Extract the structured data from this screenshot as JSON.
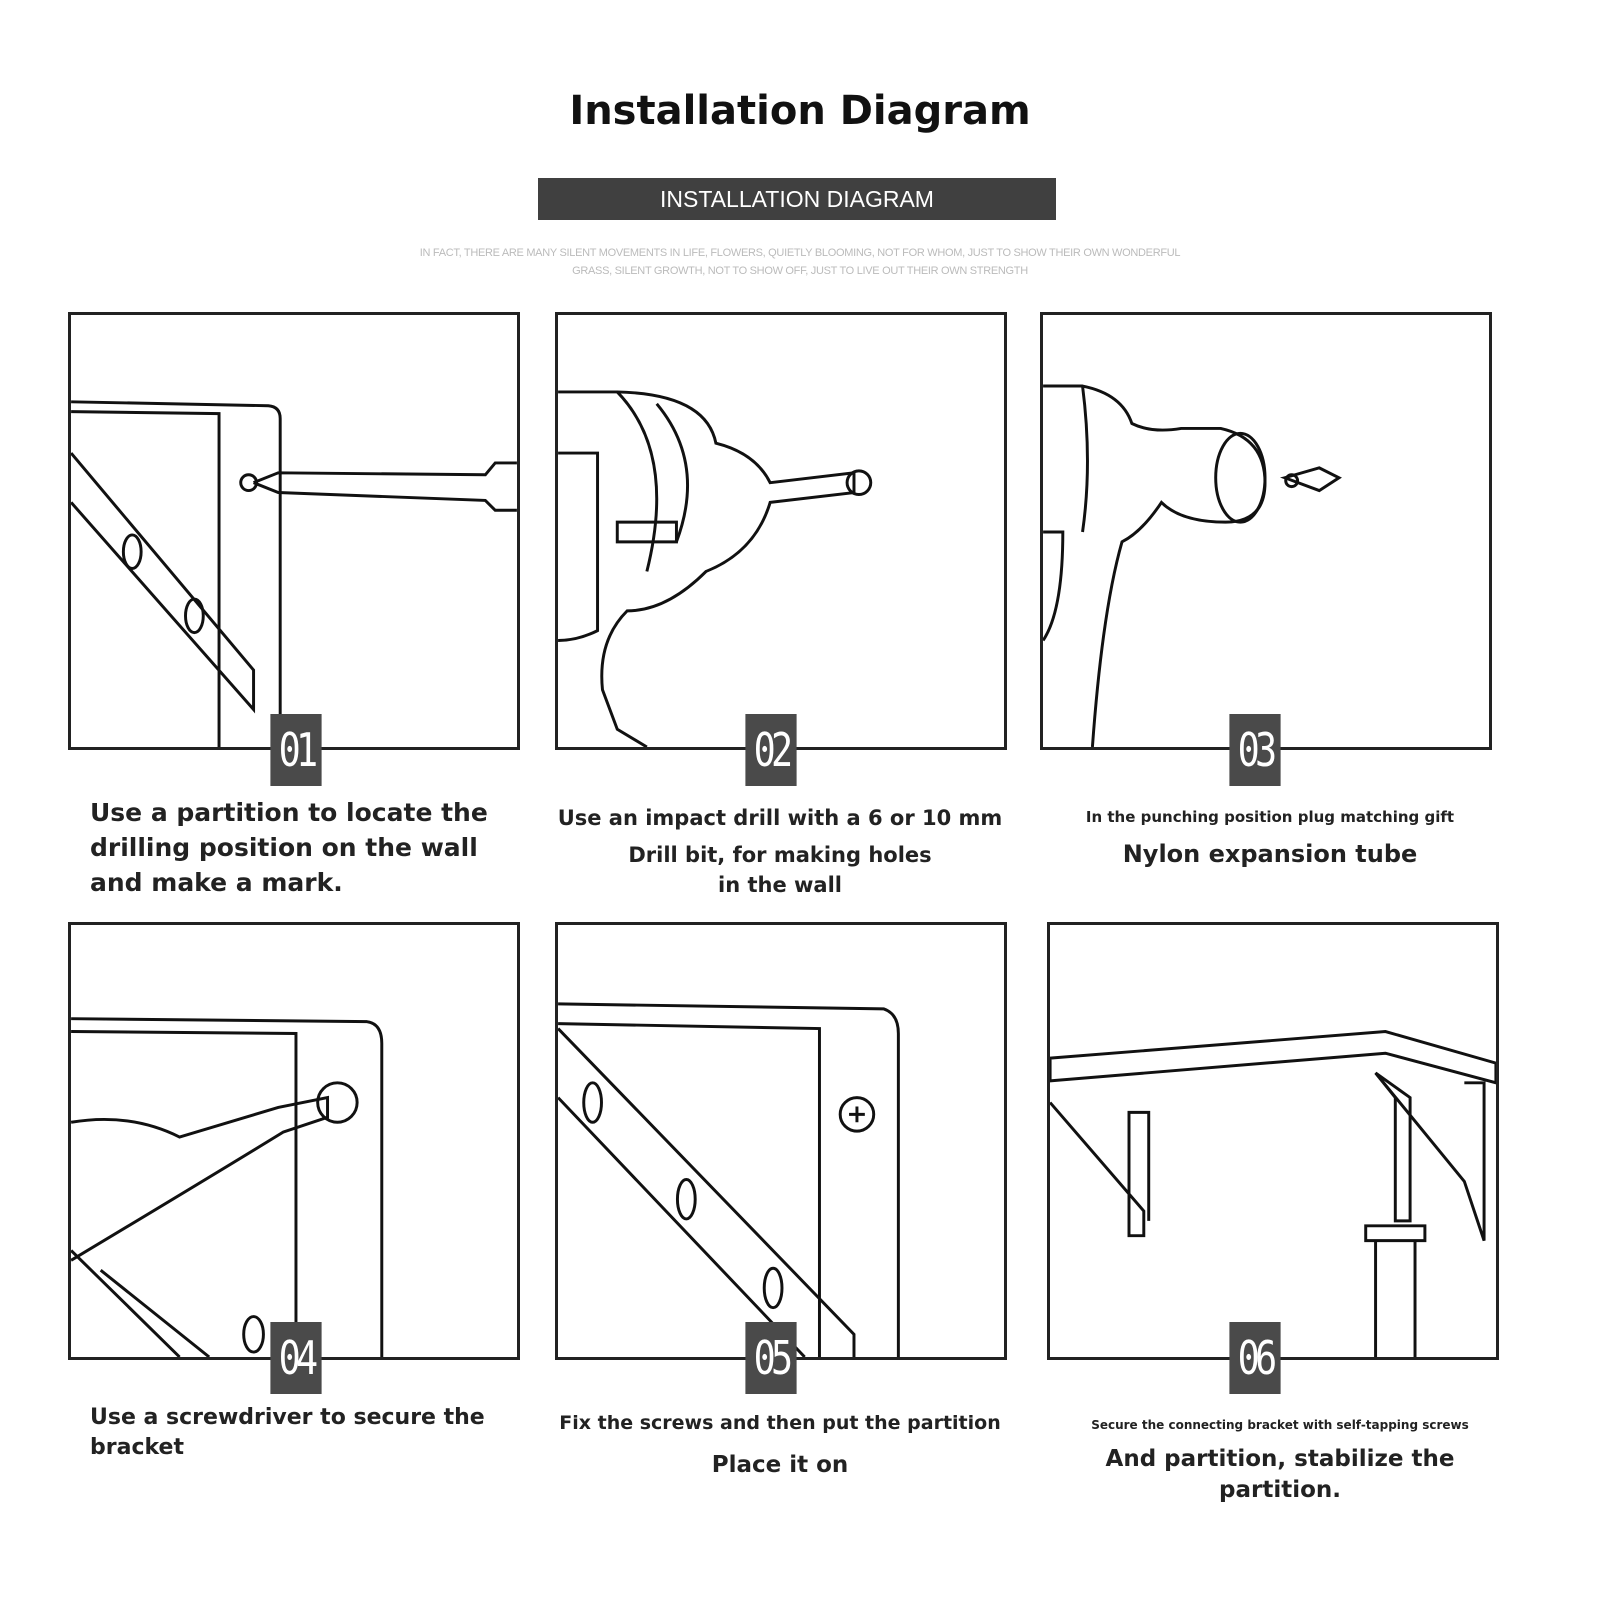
{
  "header": {
    "title": "Installation Diagram",
    "banner": "INSTALLATION DIAGRAM",
    "subtitle_line1": "IN FACT, THERE ARE MANY SILENT MOVEMENTS IN LIFE, FLOWERS, QUIETLY BLOOMING, NOT FOR WHOM, JUST TO SHOW THEIR OWN WONDERFUL",
    "subtitle_line2": "GRASS, SILENT GROWTH, NOT TO SHOW OFF, JUST TO LIVE OUT THEIR OWN STRENGTH"
  },
  "steps": [
    {
      "number": "01",
      "line1": "Use a partition to locate the drilling position on the wall and make a mark."
    },
    {
      "number": "02",
      "line1": "Use an impact drill with a 6 or 10 mm",
      "line2": "Drill bit, for making holes in the wall"
    },
    {
      "number": "03",
      "line1": "In the punching position plug matching gift",
      "line2": "Nylon expansion tube"
    },
    {
      "number": "04",
      "line1": "Use a screwdriver to secure the bracket"
    },
    {
      "number": "05",
      "line1": "Fix the screws and then put the partition",
      "line2": "Place it on"
    },
    {
      "number": "06",
      "line1": "Secure the connecting bracket with self-tapping screws",
      "line2": "And partition, stabilize the partition."
    }
  ]
}
